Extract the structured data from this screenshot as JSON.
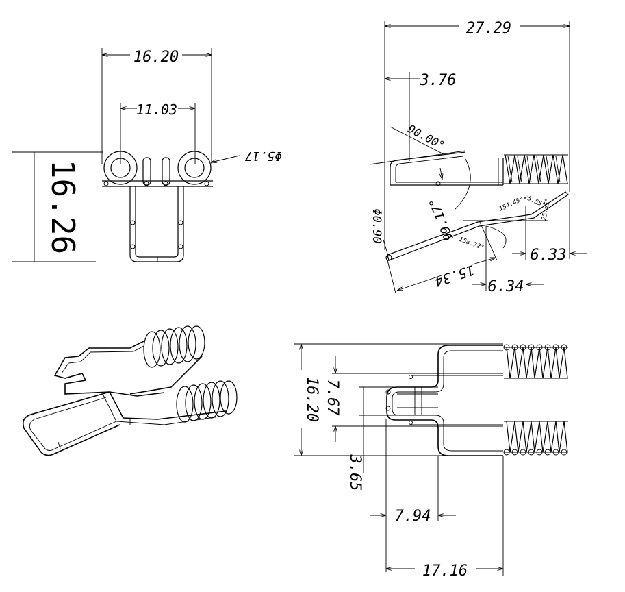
{
  "front_view": {
    "width_outer": "16.20",
    "width_inner": "11.03",
    "height": "16.26",
    "coil_dia": "Φ5.17"
  },
  "side_view": {
    "overall_length": "27.29",
    "hook_length": "3.76",
    "angle_90": "90.00°",
    "angle_99": "99.17°",
    "wire_dia": "Φ0.90",
    "arm_length": "15.34",
    "angle_158": "158.72°",
    "angle_154": "154.45°",
    "angle_25": "25.55°",
    "offset_a": "6.33",
    "offset_b": "6.34"
  },
  "top_view": {
    "width": "16.20",
    "inner_gap": "7.67",
    "center_gap": "3.65",
    "loop_depth": "7.94",
    "length": "17.16"
  }
}
